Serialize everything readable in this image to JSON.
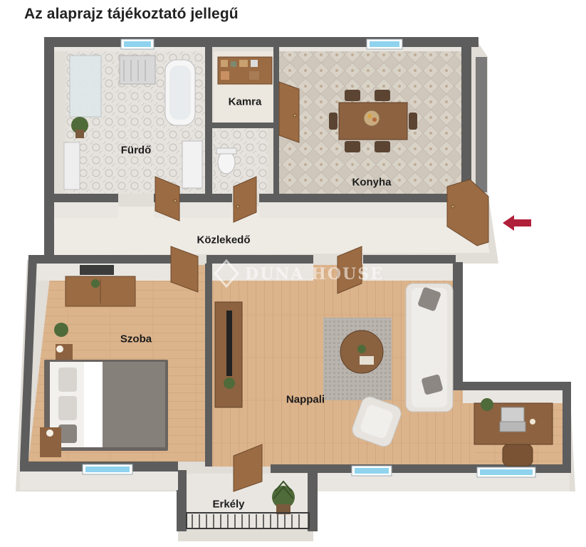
{
  "disclaimer": "Az alaprajz tájékoztató jellegű",
  "rooms": {
    "bathroom": "Fürdő",
    "pantry": "Kamra",
    "kitchen": "Konyha",
    "hallway": "Közlekedő",
    "bedroom": "Szoba",
    "living": "Nappali",
    "balcony": "Erkély"
  },
  "watermark": "DUNA HOUSE",
  "colors": {
    "wall_top": "#5d5d5d",
    "wall_face": "#e6e3de",
    "wood_floor": "#dcb48c",
    "hall_floor": "#eeeae4",
    "tile_floor": "#c9c2b8",
    "bath_floor": "#e4e1dc",
    "entrance_arrow": "#b0203a",
    "window_glass": "#8fd3ee",
    "door": "#9b6b43"
  }
}
